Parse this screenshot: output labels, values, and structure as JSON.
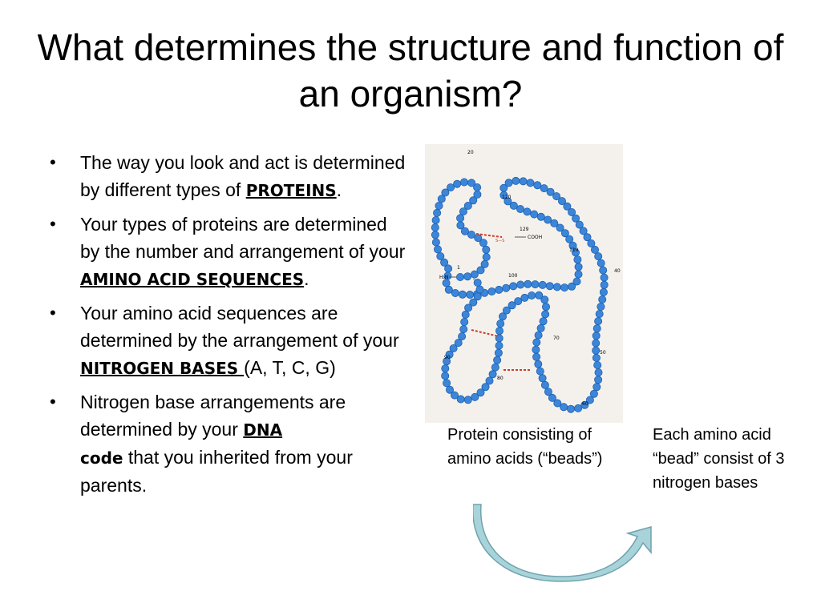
{
  "title": "What determines the structure and function of an organism?",
  "bullets": {
    "b1": {
      "pre": "The way you look and act is determined by different types of ",
      "kw": "PROTEINS",
      "post": "."
    },
    "b2": {
      "pre": "Your types of proteins are determined by the number and arrangement of your ",
      "kw": "AMINO ACID SEQUENCES",
      "post": "."
    },
    "b3": {
      "pre": "Your amino acid sequences are determined by the arrangement of your ",
      "kw": "NITROGEN BASES ",
      "post": "(A, T, C, G)"
    },
    "b4": {
      "pre": "Nitrogen base arrangements are determined by your ",
      "kw1": "DNA",
      "kw2": "code",
      "post": " that you inherited from your parents."
    },
    "marker": "•"
  },
  "figure": {
    "numbers": [
      "20",
      "1",
      "110",
      "120",
      "129",
      "40",
      "100",
      "70",
      "50",
      "80",
      "90",
      "60"
    ],
    "n_terminus": "H₂N",
    "c_terminus": "COOH",
    "bond": "S—S",
    "bead_color": "#3b86d9"
  },
  "captions": {
    "protein": "Protein consisting of amino acids (“beads”)",
    "bead": "Each amino acid “bead” consist of 3 nitrogen bases"
  },
  "arrow_color": "#8fbfc8"
}
